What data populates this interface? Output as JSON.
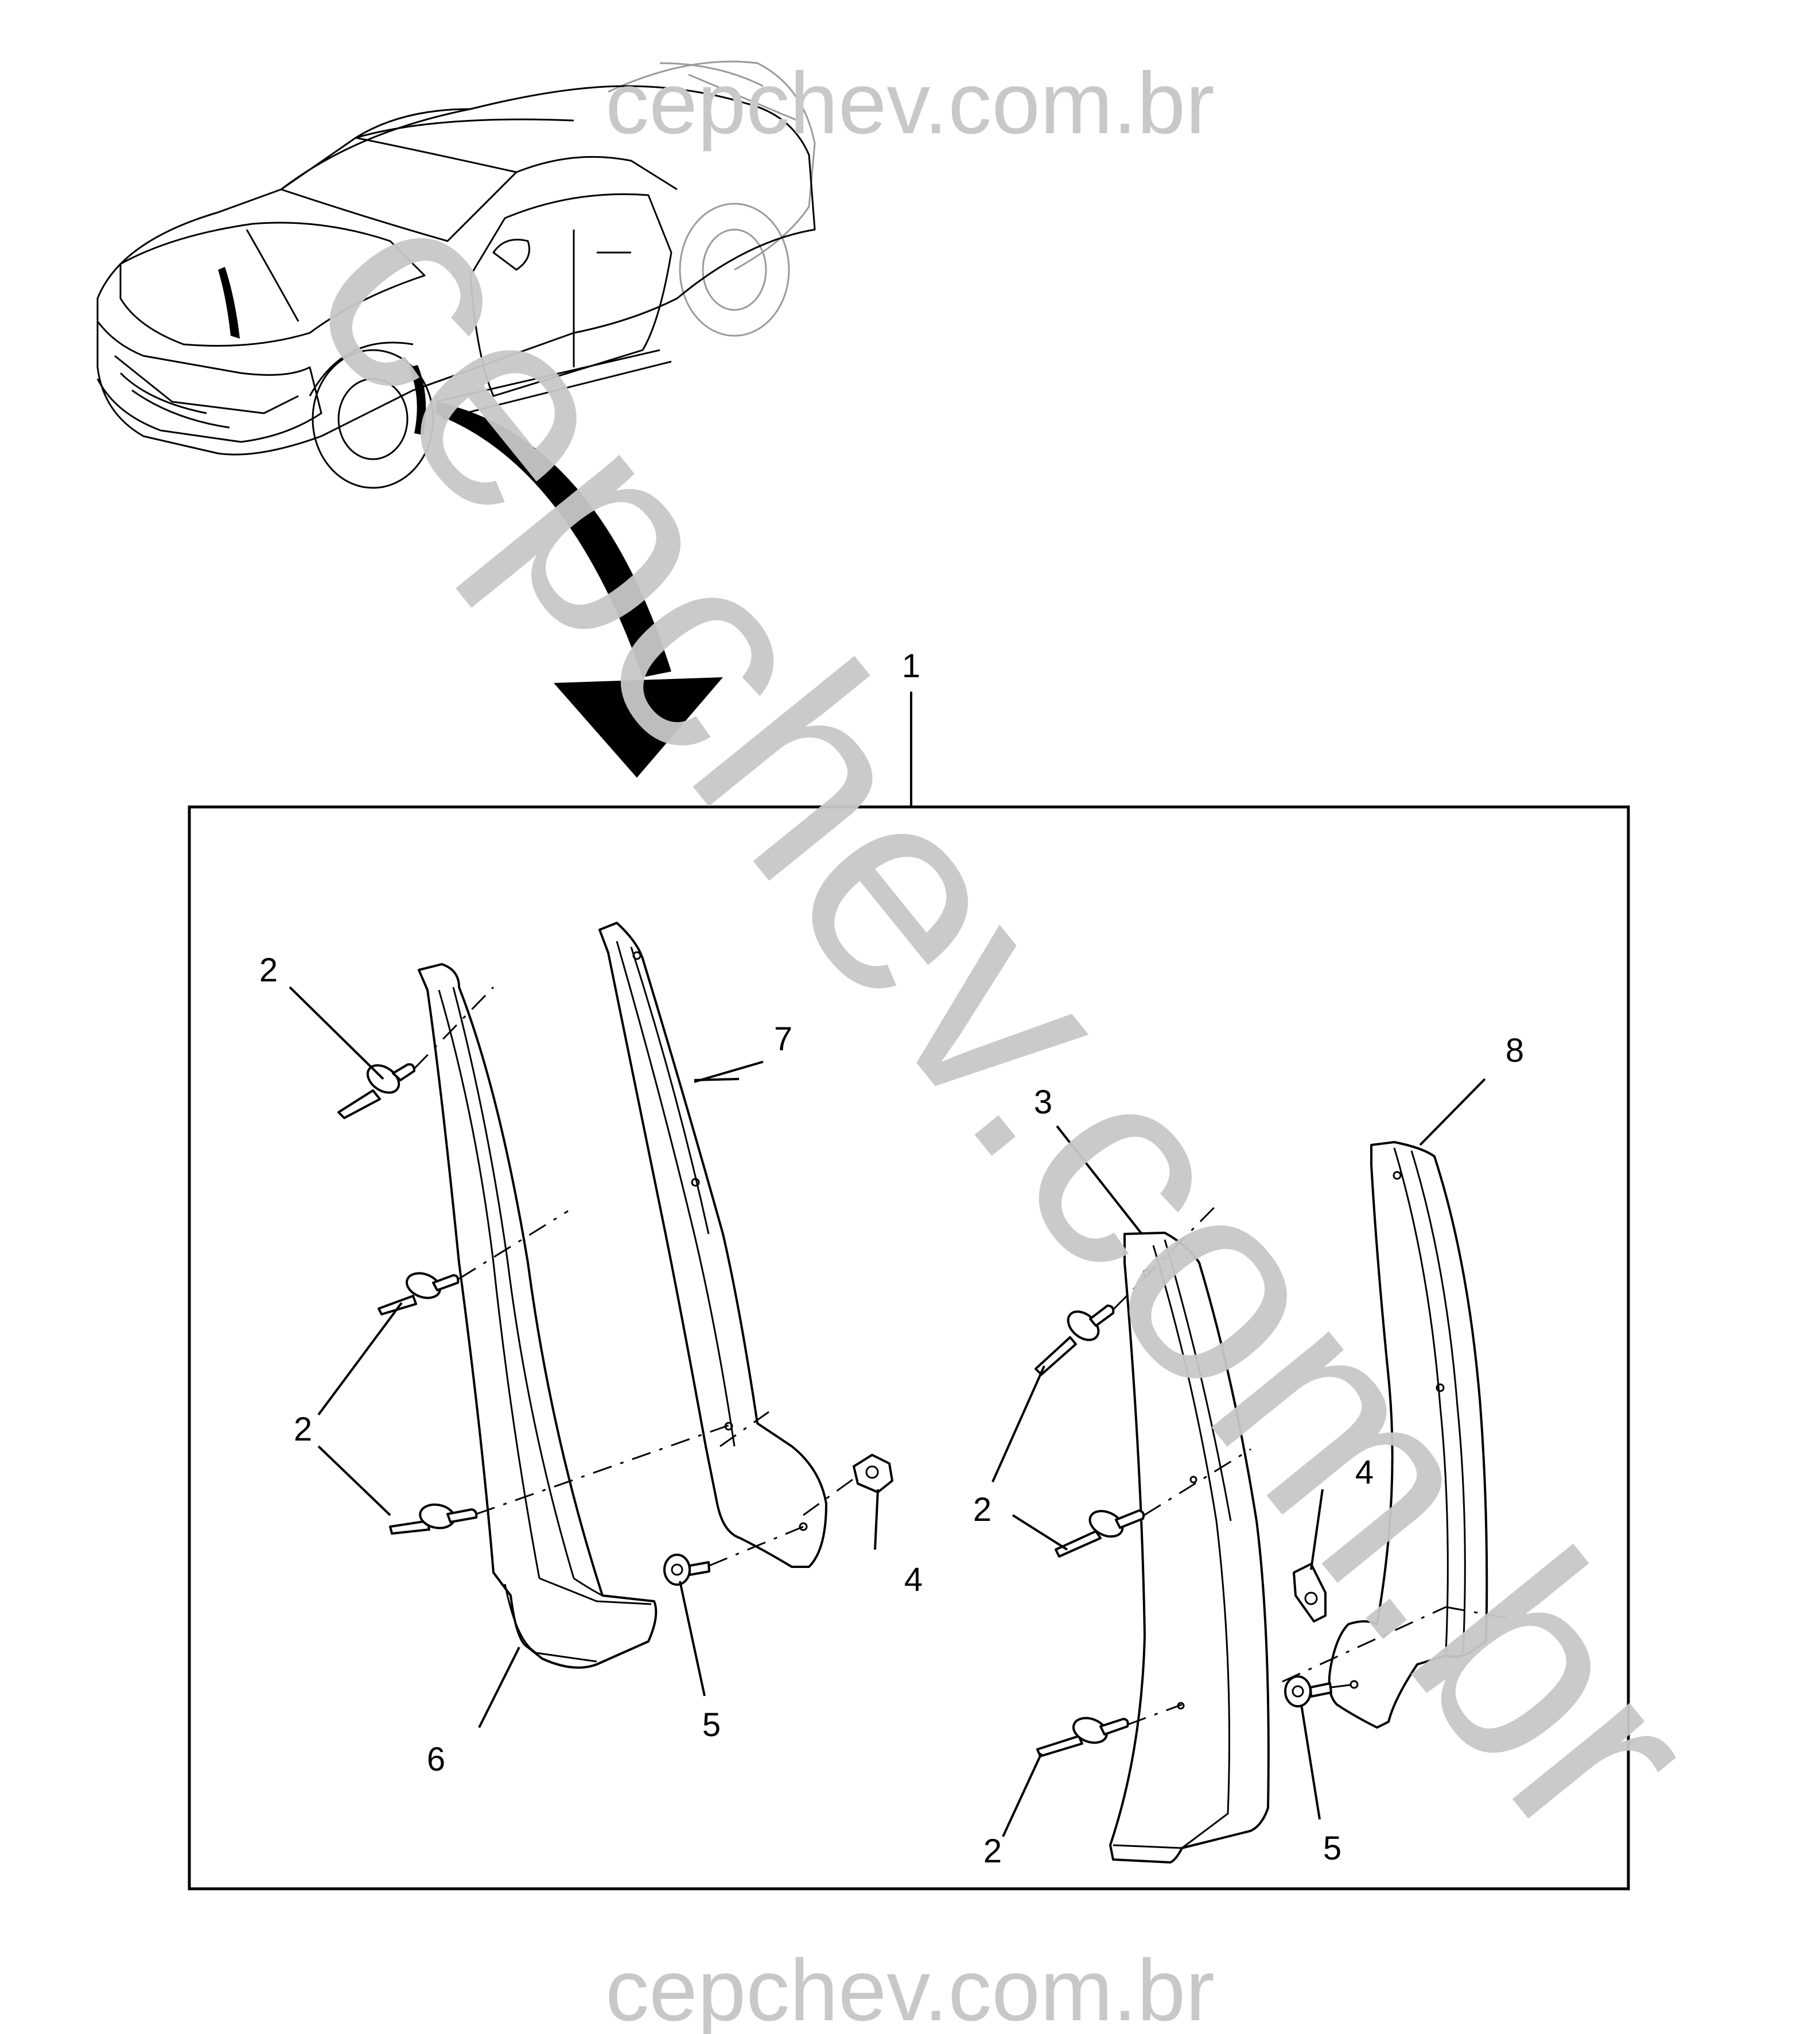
{
  "watermark": {
    "top": "cepchev.com.br",
    "bottom": "cepchev.com.br",
    "diagonal": "cepchev.com.br",
    "color": "#c8c8c8"
  },
  "callouts": {
    "c1": "1",
    "c2a": "2",
    "c2b": "2",
    "c2c": "2",
    "c2d": "2",
    "c3": "3",
    "c4a": "4",
    "c4b": "4",
    "c5a": "5",
    "c5b": "5",
    "c6": "6",
    "c7": "7",
    "c8": "8"
  }
}
